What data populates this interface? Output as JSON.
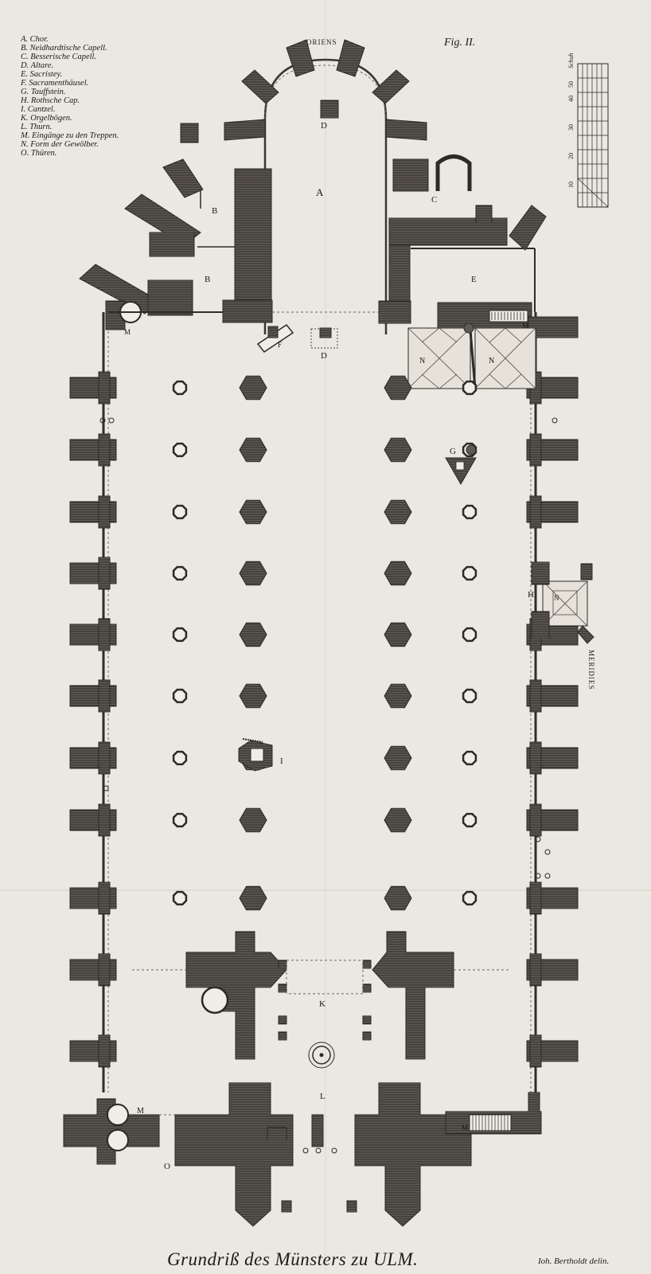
{
  "legend": [
    "A. Chor.",
    "B. Neidhardtische Capell.",
    "C. Besserische Capell.",
    "D. Altare.",
    "E. Sacristey.",
    "F. Sacramenthäusel.",
    "G. Tauffstein.",
    "H. Rothsche Cap.",
    "I. Cantzel.",
    "K. Orgelbögen.",
    "L. Thurn.",
    "M. Eingänge zu den Treppen.",
    "N. Form der Gewölber.",
    "O. Thüren."
  ],
  "fig_label": "Fig. II.",
  "compass": {
    "east": "ORIENS",
    "south": "MERIDIES"
  },
  "scale": {
    "unit": "Schuh",
    "ticks": [
      "10",
      "20",
      "30",
      "40",
      "50"
    ]
  },
  "plan_letters": {
    "A": "A",
    "B1": "B",
    "B2": "B",
    "C": "C",
    "D1": "D",
    "D2": "D",
    "E": "E",
    "F": "F",
    "G": "G",
    "H": "H",
    "I": "I",
    "K": "K",
    "L": "L",
    "M1": "M",
    "M2": "M",
    "M3": "M",
    "M4": "M",
    "N1": "N",
    "N2": "N",
    "N3": "N",
    "O": "O"
  },
  "caption": "Grundriß des Münsters zu ULM.",
  "signature": "Ioh. Bertholdt delin."
}
